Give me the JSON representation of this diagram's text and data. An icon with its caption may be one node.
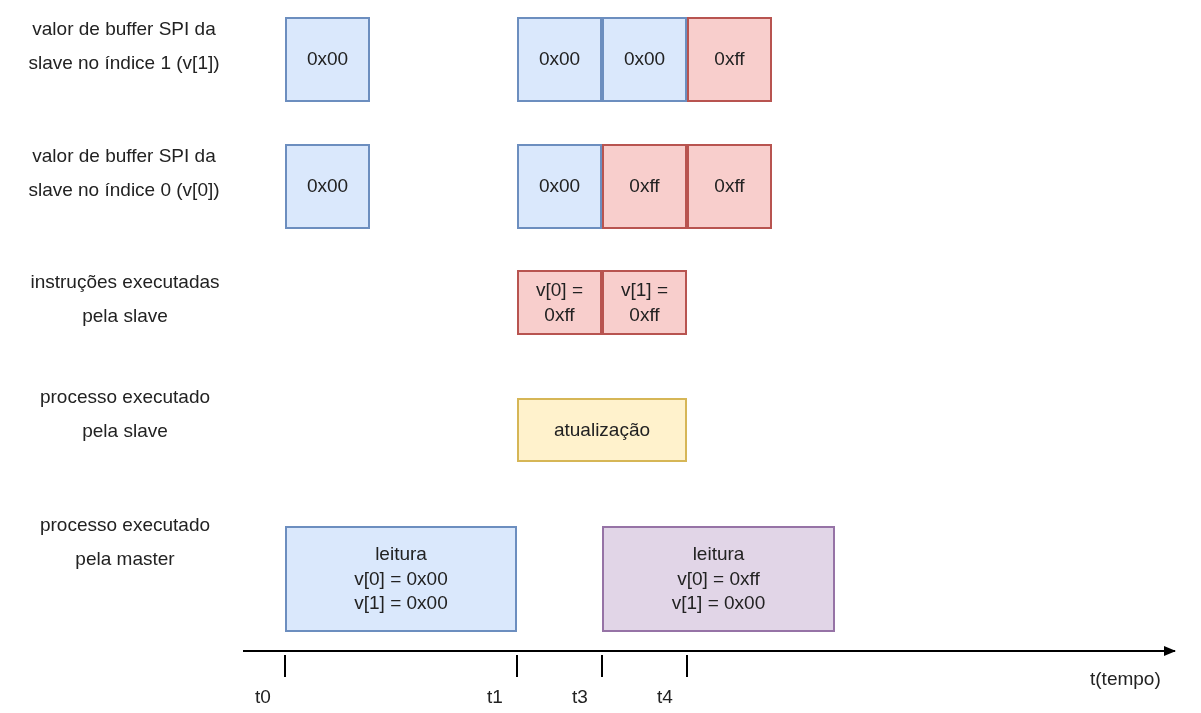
{
  "diagram": {
    "nodes": [
      {
        "text": [
          "0x00"
        ]
      },
      {
        "text": [
          "0x00"
        ]
      },
      {
        "text": [
          "0x00"
        ]
      },
      {
        "text": [
          "0xff"
        ]
      },
      {
        "text": [
          "0x00"
        ]
      },
      {
        "text": [
          "0x00"
        ]
      },
      {
        "text": [
          "0xff"
        ]
      },
      {
        "text": [
          "0xff"
        ]
      },
      {
        "text": [
          "v[0] = 0xff"
        ]
      },
      {
        "text": [
          "v[1] = 0xff"
        ]
      },
      {
        "text": [
          "atualização"
        ]
      },
      {
        "text": [
          "leitura",
          "v[0] = 0x00",
          "v[1] = 0x00"
        ]
      },
      {
        "text": [
          "leitura",
          "v[0] = 0xff",
          "v[1] = 0x00"
        ]
      }
    ],
    "labels": [
      "valor de buffer SPI da slave no índice 1 (v[1])",
      "valor de buffer SPI da slave no índice 0 (v[0])",
      "instruções executadas pela slave",
      "processo executado pela slave",
      "processo executado pela master",
      "t(tempo)",
      "t0",
      "t1",
      "t3",
      "t4"
    ]
  }
}
